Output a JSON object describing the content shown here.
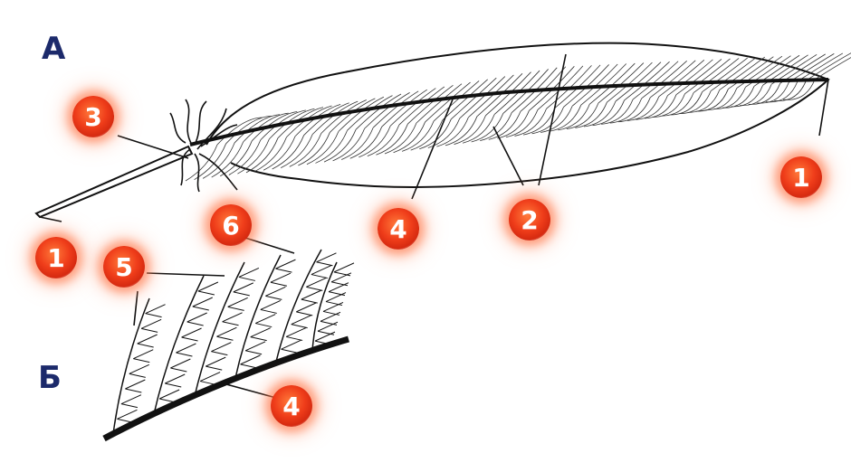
{
  "section_letters": {
    "feather": "А",
    "vane_detail": "Б"
  },
  "labels": {
    "tip": "1",
    "rachis_end": "1",
    "barbs": "2",
    "calamus": "3",
    "rachis": "4",
    "barb_detail_rachis": "4",
    "barbs_detail": "5",
    "barbules": "6"
  },
  "colors": {
    "badge": "#e8401c",
    "letters": "#1c2a6b",
    "ink": "#111111"
  }
}
